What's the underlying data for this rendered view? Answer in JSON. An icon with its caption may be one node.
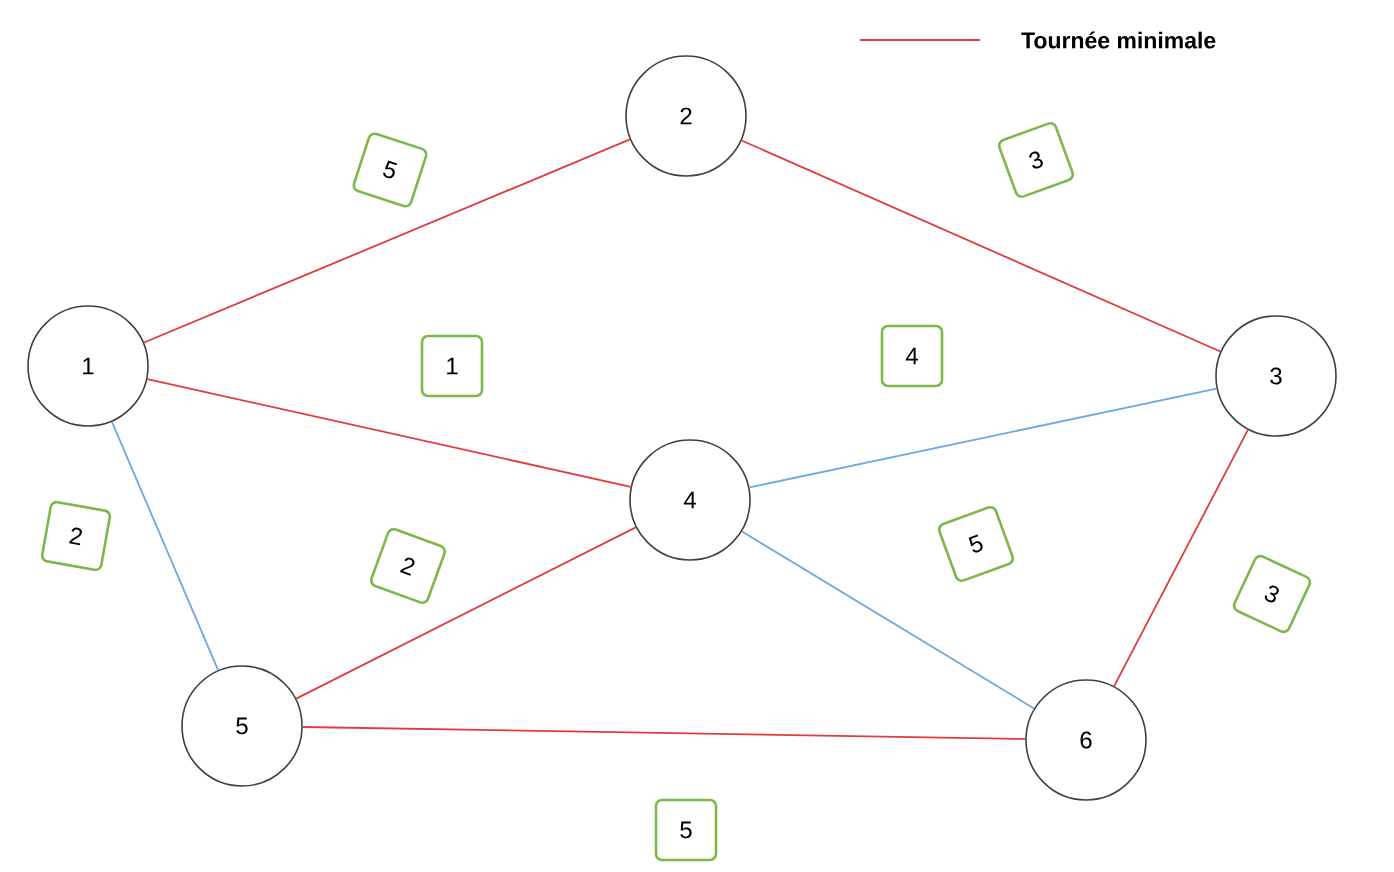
{
  "diagram": {
    "nodes": [
      {
        "text": [
          "1"
        ]
      },
      {
        "text": [
          "2"
        ]
      },
      {
        "text": [
          "3"
        ]
      },
      {
        "text": [
          "4"
        ]
      },
      {
        "text": [
          "5"
        ]
      },
      {
        "text": [
          "6"
        ]
      }
    ],
    "edges": [
      {
        "from": 0,
        "to": 1,
        "arrow": "none",
        "label": "5"
      },
      {
        "from": 1,
        "to": 2,
        "arrow": "none",
        "label": "3"
      },
      {
        "from": 0,
        "to": 3,
        "arrow": "none",
        "label": "1"
      },
      {
        "from": 3,
        "to": 2,
        "arrow": "none",
        "label": "4",
        "color": "#6fa8dc"
      },
      {
        "from": 0,
        "to": 4,
        "arrow": "none",
        "label": "2",
        "color": "#6fa8dc"
      },
      {
        "from": 4,
        "to": 3,
        "arrow": "none",
        "label": "2"
      },
      {
        "from": 3,
        "to": 5,
        "arrow": "none",
        "label": "5",
        "color": "#6fa8dc"
      },
      {
        "from": 2,
        "to": 5,
        "arrow": "none",
        "label": "3"
      },
      {
        "from": 4,
        "to": 5,
        "arrow": "none",
        "label": "5"
      }
    ],
    "legend": [
      {
        "text": "Tournée minimale"
      }
    ]
  }
}
